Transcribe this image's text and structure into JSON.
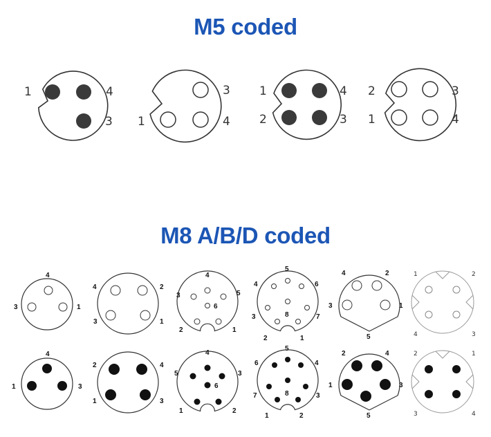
{
  "titles": {
    "m5": "M5 coded",
    "m8": "M8 A/B/D coded"
  },
  "m5_connectors": [
    {
      "kind": "male-4",
      "labels": [
        "1",
        "4",
        "3"
      ]
    },
    {
      "kind": "female-3",
      "labels": [
        "3",
        "1",
        "4"
      ]
    },
    {
      "kind": "male-4",
      "labels": [
        "1",
        "4",
        "2",
        "3"
      ]
    },
    {
      "kind": "female-4",
      "labels": [
        "2",
        "3",
        "1",
        "4"
      ]
    }
  ],
  "m8_female_row": [
    {
      "labels": [
        "4",
        "3",
        "1"
      ]
    },
    {
      "labels": [
        "4",
        "2",
        "3",
        "1"
      ]
    },
    {
      "labels": [
        "4",
        "3",
        "5",
        "6",
        "2",
        "1"
      ]
    },
    {
      "labels": [
        "5",
        "4",
        "6",
        "8",
        "3",
        "7",
        "2",
        "1"
      ]
    },
    {
      "labels": [
        "4",
        "2",
        "3",
        "1",
        "5"
      ]
    },
    {
      "labels": [
        "1",
        "2",
        "4",
        "3"
      ]
    }
  ],
  "m8_male_row": [
    {
      "labels": [
        "4",
        "1",
        "3"
      ]
    },
    {
      "labels": [
        "2",
        "4",
        "1",
        "3"
      ]
    },
    {
      "labels": [
        "4",
        "5",
        "3",
        "6",
        "1",
        "2"
      ]
    },
    {
      "labels": [
        "5",
        "6",
        "4",
        "8",
        "7",
        "3",
        "1",
        "2"
      ]
    },
    {
      "labels": [
        "2",
        "4",
        "1",
        "3",
        "5"
      ]
    },
    {
      "labels": [
        "2",
        "1",
        "3",
        "4"
      ]
    }
  ]
}
